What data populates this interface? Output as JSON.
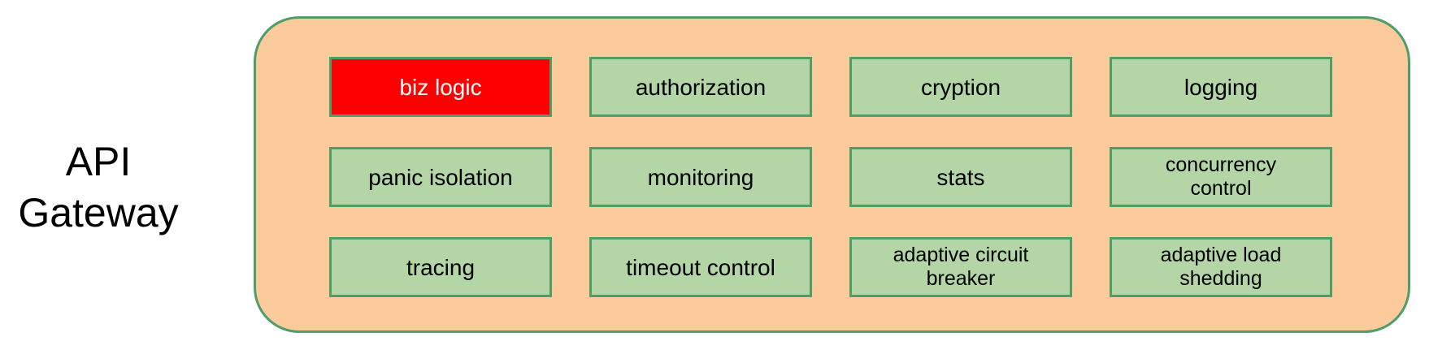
{
  "page": {
    "background_color": "#FFFFFF",
    "text_color": "#000000"
  },
  "label": {
    "text": "API\nGateway"
  },
  "gateway": {
    "container_fill": "#FBCB9B",
    "border_color": "#4F9D69",
    "box_fill": "#B4D6A6",
    "highlight_fill": "#FF0000",
    "highlight_text_color": "#FFFFFF",
    "boxes": [
      {
        "label": "biz logic",
        "highlight": true
      },
      {
        "label": "authorization"
      },
      {
        "label": "cryption"
      },
      {
        "label": "logging"
      },
      {
        "label": "panic isolation"
      },
      {
        "label": "monitoring"
      },
      {
        "label": "stats"
      },
      {
        "label": "concurrency\ncontrol"
      },
      {
        "label": "tracing"
      },
      {
        "label": "timeout control"
      },
      {
        "label": "adaptive circuit\nbreaker"
      },
      {
        "label": "adaptive load\nshedding"
      }
    ]
  }
}
